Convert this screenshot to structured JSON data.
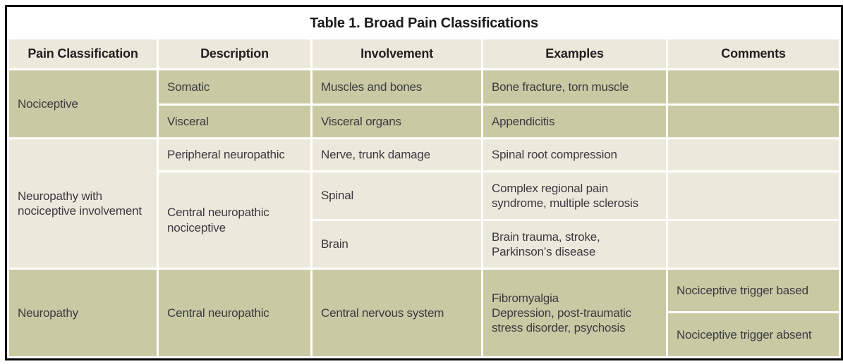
{
  "colors": {
    "olive_row_bg": "#c9caa4",
    "cream_row_bg": "#ece9dc",
    "header_text": "#231f20",
    "body_text": "#3a3a40",
    "frame_border": "#000000"
  },
  "table": {
    "title": "Table 1. Broad Pain Classifications",
    "headers": [
      "Pain Classification",
      "Description",
      "Involvement",
      "Examples",
      "Comments"
    ],
    "sections": [
      {
        "classification": "Nociceptive",
        "rows": [
          {
            "description": "Somatic",
            "involvement": "Muscles and bones",
            "examples": "Bone fracture, torn muscle",
            "comments": ""
          },
          {
            "description": "Visceral",
            "involvement": "Visceral organs",
            "examples": "Appendicitis",
            "comments": ""
          }
        ]
      },
      {
        "classification": "Neuropathy with nociceptive involvement",
        "rows": [
          {
            "description": "Peripheral neuropathic",
            "involvement": "Nerve, trunk damage",
            "examples": "Spinal root compression",
            "comments": ""
          },
          {
            "description": "Central neuropathic nociceptive",
            "involvement": "Spinal",
            "examples": "Complex regional pain syndrome, multiple sclerosis",
            "comments": ""
          },
          {
            "involvement": "Brain",
            "examples": "Brain trauma, stroke, Parkinson’s disease",
            "comments": ""
          }
        ]
      },
      {
        "classification": "Neuropathy",
        "rows": [
          {
            "description": "Central neuropathic",
            "involvement": "Central nervous system",
            "examples_lines": [
              "Fibromyalgia",
              "Depression, post-traumatic stress disorder, psychosis"
            ],
            "comments": "Nociceptive trigger based"
          },
          {
            "comments": "Nociceptive trigger absent"
          }
        ]
      }
    ]
  }
}
